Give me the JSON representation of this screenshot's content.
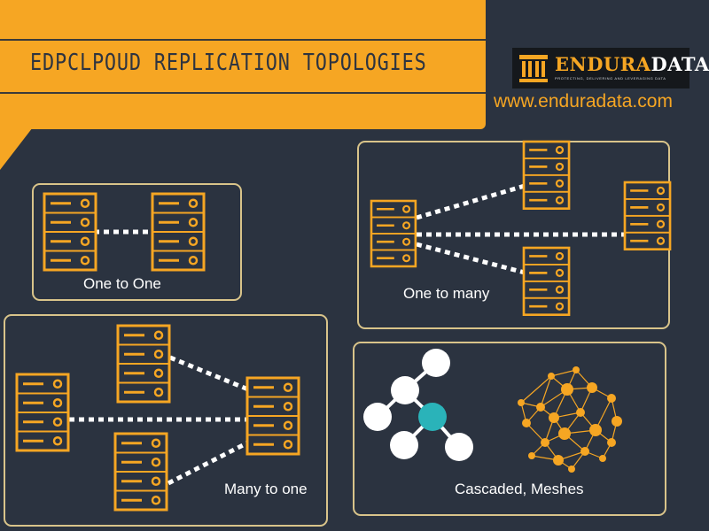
{
  "banner": {
    "title": "EDPCLPOUD REPLICATION TOPOLOGIES",
    "color": "#f6a623"
  },
  "brand": {
    "name_part1": "ENDURA",
    "name_part2": "DATA",
    "tagline": "PROTECTING, DELIVERING AND LEVERAGING DATA",
    "website": "www.enduradata.com",
    "accent_color": "#f6a623"
  },
  "topologies": {
    "one_to_one": {
      "label": "One to One"
    },
    "one_to_many": {
      "label": "One to many"
    },
    "many_to_one": {
      "label": "Many to one"
    },
    "cascaded_meshes": {
      "label": "Cascaded, Meshes"
    }
  },
  "icons": [
    "server-icon",
    "cascade-tree-icon",
    "mesh-network-icon",
    "logo-pillar-icon"
  ],
  "colors": {
    "background": "#2b3340",
    "panel_border": "#d9c48a",
    "server_stroke": "#f6a623",
    "cascade_highlight": "#2ab3b9"
  }
}
